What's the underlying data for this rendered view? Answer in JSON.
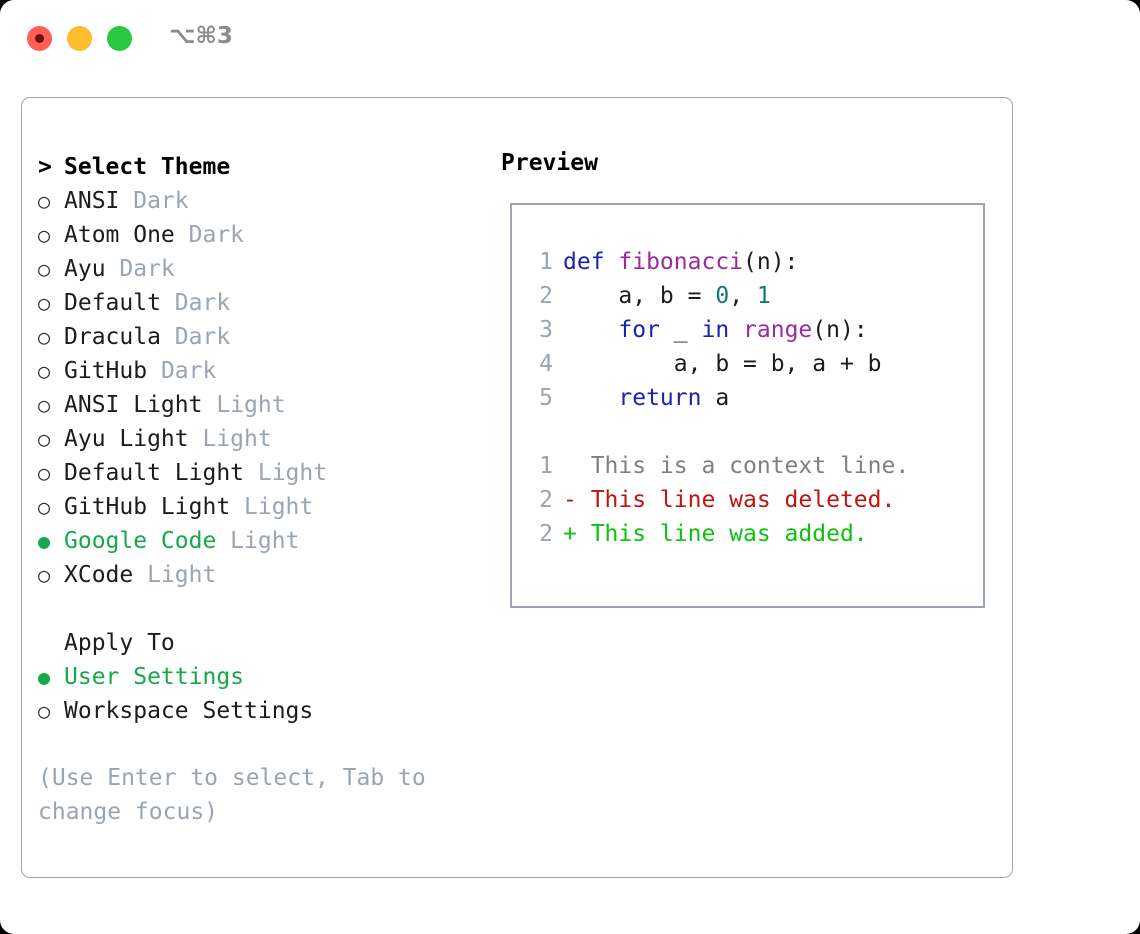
{
  "titlebar": {
    "shortcut_label": "⌥⌘3",
    "buttons": [
      {
        "name": "close",
        "color": "#ff5f57"
      },
      {
        "name": "minimize",
        "color": "#febc2e"
      },
      {
        "name": "maximize",
        "color": "#28c840"
      }
    ]
  },
  "colors": {
    "accent_green": "#17a84a",
    "muted": "#9aa5b1",
    "border": "#9aa5b1",
    "keyword": "#1c21b3",
    "function": "#9c2a9c",
    "number": "#0e7a7a",
    "diff_removed": "#c0150f",
    "diff_added": "#10c210",
    "diff_context": "#808080"
  },
  "theme_picker": {
    "heading": "Select Theme",
    "caret": ">",
    "marker_selected": "●",
    "marker_unselected": "○",
    "items": [
      {
        "name": "ANSI",
        "variant": "Dark",
        "selected": false
      },
      {
        "name": "Atom One",
        "variant": "Dark",
        "selected": false
      },
      {
        "name": "Ayu",
        "variant": "Dark",
        "selected": false
      },
      {
        "name": "Default",
        "variant": "Dark",
        "selected": false
      },
      {
        "name": "Dracula",
        "variant": "Dark",
        "selected": false
      },
      {
        "name": "GitHub",
        "variant": "Dark",
        "selected": false
      },
      {
        "name": "ANSI Light",
        "variant": "Light",
        "selected": false
      },
      {
        "name": "Ayu Light",
        "variant": "Light",
        "selected": false
      },
      {
        "name": "Default Light",
        "variant": "Light",
        "selected": false
      },
      {
        "name": "GitHub Light",
        "variant": "Light",
        "selected": false
      },
      {
        "name": "Google Code",
        "variant": "Light",
        "selected": true
      },
      {
        "name": "XCode",
        "variant": "Light",
        "selected": false
      }
    ]
  },
  "apply_to": {
    "heading": "Apply To",
    "items": [
      {
        "name": "User Settings",
        "selected": true
      },
      {
        "name": "Workspace Settings",
        "selected": false
      }
    ]
  },
  "hint": "(Use Enter to select, Tab to change focus)",
  "preview": {
    "title": "Preview",
    "code_lines": [
      {
        "no": "1",
        "tokens": [
          {
            "t": "def ",
            "c": "kw"
          },
          {
            "t": "fibonacci",
            "c": "fn"
          },
          {
            "t": "(n):",
            "c": "pl"
          }
        ]
      },
      {
        "no": "2",
        "tokens": [
          {
            "t": "    a, b = ",
            "c": "pl"
          },
          {
            "t": "0",
            "c": "num"
          },
          {
            "t": ", ",
            "c": "pl"
          },
          {
            "t": "1",
            "c": "num"
          }
        ]
      },
      {
        "no": "3",
        "tokens": [
          {
            "t": "    for ",
            "c": "kw"
          },
          {
            "t": "_ ",
            "c": "pl"
          },
          {
            "t": "in ",
            "c": "kw"
          },
          {
            "t": "range",
            "c": "fn"
          },
          {
            "t": "(n):",
            "c": "pl"
          }
        ]
      },
      {
        "no": "4",
        "tokens": [
          {
            "t": "        a, b = b, a + b",
            "c": "pl"
          }
        ]
      },
      {
        "no": "5",
        "tokens": [
          {
            "t": "    return ",
            "c": "kw"
          },
          {
            "t": "a",
            "c": "pl"
          }
        ]
      }
    ],
    "diff_lines": [
      {
        "no": "1",
        "sign": " ",
        "text": " This is a context line.",
        "kind": "ctx"
      },
      {
        "no": "2",
        "sign": "-",
        "text": " This line was deleted.",
        "kind": "del"
      },
      {
        "no": "2",
        "sign": "+",
        "text": " This line was added.",
        "kind": "add"
      }
    ]
  }
}
